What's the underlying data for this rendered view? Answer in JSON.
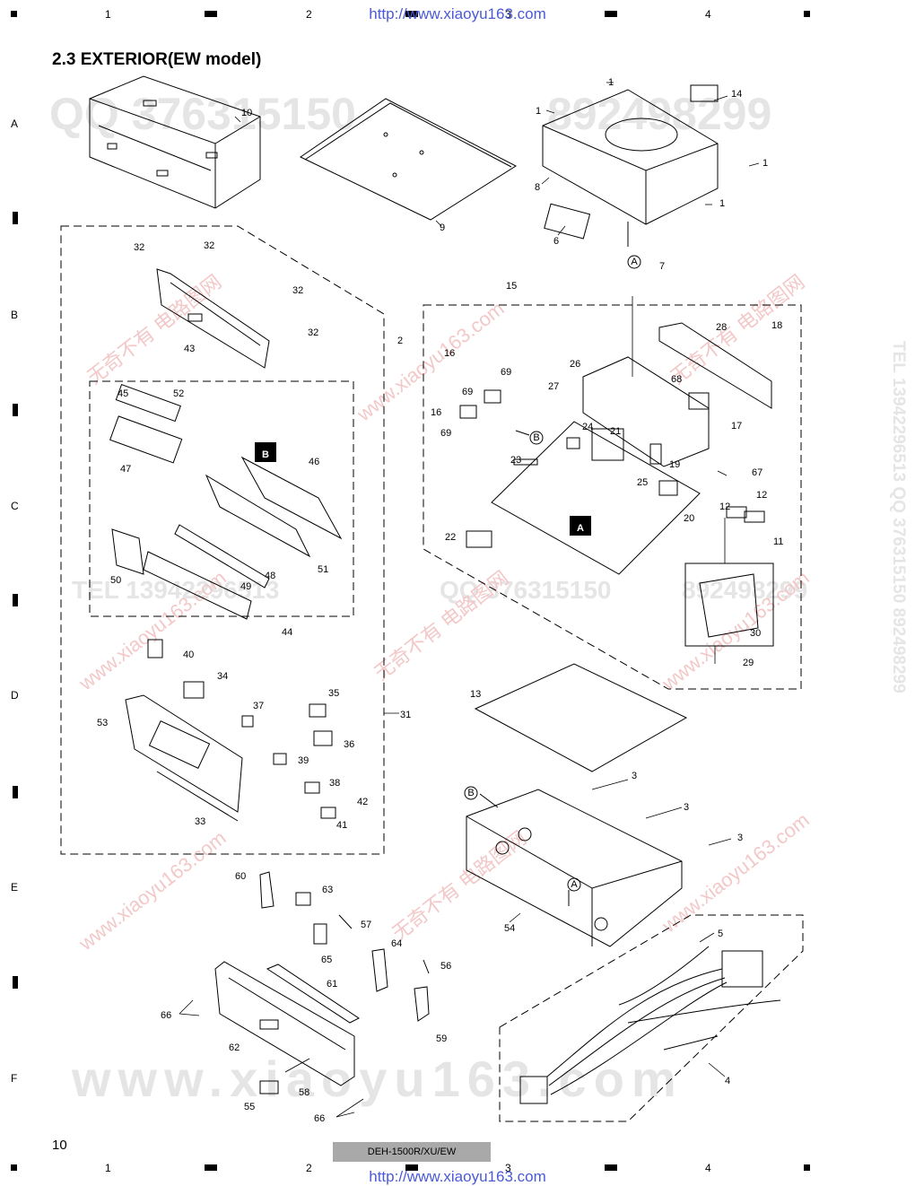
{
  "header": {
    "columns": [
      "1",
      "2",
      "3",
      "4"
    ],
    "url": "http://www.xiaoyu163.com"
  },
  "rows": [
    "A",
    "B",
    "C",
    "D",
    "E",
    "F"
  ],
  "title": "2.3 EXTERIOR(EW model)",
  "watermarks": {
    "qq_top": "QQ 376315150",
    "qq_top_right": "892498299",
    "tel_mid": "TEL 13942296513",
    "qq_mid": "QQ 376315150",
    "qq_mid_right": "892498299",
    "bottom_big": "www.xiaoyu163.com",
    "side": "TEL 13942296513  QQ 376315150  892498299",
    "red_a": "无奇不有 电路图网",
    "red_b": "www.xiaoyu163.com"
  },
  "section_labels": [
    "A",
    "B"
  ],
  "part_numbers": {
    "p1": "1",
    "p2": "2",
    "p3": "3",
    "p4": "4",
    "p5": "5",
    "p6": "6",
    "p7": "7",
    "p8": "8",
    "p9": "9",
    "p10": "10",
    "p11": "11",
    "p12": "12",
    "p13": "13",
    "p14": "14",
    "p15": "15",
    "p16": "16",
    "p17": "17",
    "p18": "18",
    "p19": "19",
    "p20": "20",
    "p21": "21",
    "p22": "22",
    "p23": "23",
    "p24": "24",
    "p25": "25",
    "p26": "26",
    "p27": "27",
    "p28": "28",
    "p29": "29",
    "p30": "30",
    "p31": "31",
    "p32": "32",
    "p33": "33",
    "p34": "34",
    "p35": "35",
    "p36": "36",
    "p37": "37",
    "p38": "38",
    "p39": "39",
    "p40": "40",
    "p41": "41",
    "p42": "42",
    "p43": "43",
    "p44": "44",
    "p45": "45",
    "p46": "46",
    "p47": "47",
    "p48": "48",
    "p49": "49",
    "p50": "50",
    "p51": "51",
    "p52": "52",
    "p53": "53",
    "p54": "54",
    "p55": "55",
    "p56": "56",
    "p57": "57",
    "p58": "58",
    "p59": "59",
    "p60": "60",
    "p61": "61",
    "p62": "62",
    "p63": "63",
    "p64": "64",
    "p65": "65",
    "p66": "66",
    "p67": "67",
    "p68": "68",
    "p69": "69"
  },
  "ref_marks": {
    "a": "A",
    "b": "B"
  },
  "footer": {
    "page": "10",
    "model": "DEH-1500R/XU/EW",
    "url": "http://www.xiaoyu163.com"
  }
}
